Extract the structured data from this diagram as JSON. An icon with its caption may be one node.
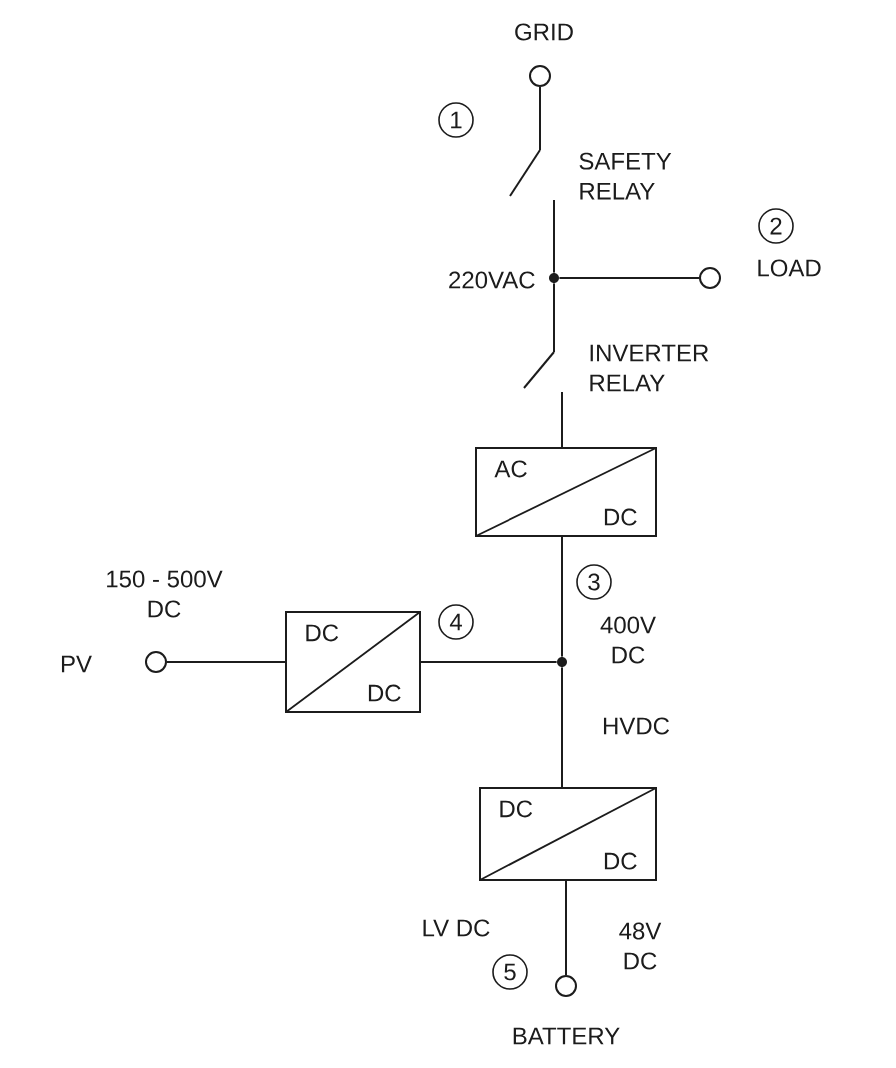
{
  "diagram": {
    "nodes": [
      {
        "text": [],
        "shape": "circle",
        "beside": [
          "GRID"
        ]
      },
      {
        "text": [
          "SAFETY RELAY"
        ]
      },
      {
        "text": [],
        "shape": "dot",
        "beside": [
          "220VAC"
        ]
      },
      {
        "text": [],
        "shape": "circle",
        "beside": [
          "LOAD"
        ]
      },
      {
        "text": [
          "INVERTER RELAY"
        ]
      },
      {
        "text": [
          "AC",
          "DC"
        ]
      },
      {
        "text": [],
        "shape": "circle",
        "beside": [
          "PV"
        ]
      },
      {
        "text": [
          "DC",
          "DC"
        ]
      },
      {
        "text": [],
        "shape": "dot"
      },
      {
        "text": [
          "DC",
          "DC"
        ]
      },
      {
        "text": [],
        "shape": "circle",
        "beside": [
          "BATTERY"
        ]
      }
    ],
    "edges": [
      {
        "from": 0,
        "to": 1,
        "arrow": "none"
      },
      {
        "from": 1,
        "to": 2,
        "arrow": "none"
      },
      {
        "from": 2,
        "to": 3,
        "arrow": "none"
      },
      {
        "from": 2,
        "to": 4,
        "arrow": "none"
      },
      {
        "from": 4,
        "to": 5,
        "arrow": "none"
      },
      {
        "from": 5,
        "to": 8,
        "arrow": "none"
      },
      {
        "from": 6,
        "to": 7,
        "arrow": "none"
      },
      {
        "from": 7,
        "to": 8,
        "arrow": "none"
      },
      {
        "from": 8,
        "to": 9,
        "arrow": "none"
      },
      {
        "from": 9,
        "to": 10,
        "arrow": "none"
      }
    ],
    "labels": [
      "1",
      "2",
      "150 - 500V DC",
      "3",
      "4",
      "400V DC",
      "HVDC",
      "LV DC",
      "48V DC",
      "5"
    ]
  }
}
